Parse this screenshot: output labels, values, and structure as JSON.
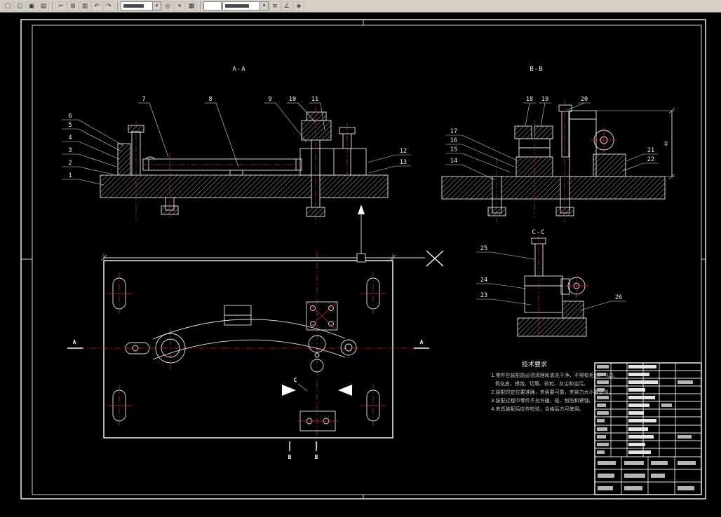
{
  "colors": {
    "canvas_bg": "#000000",
    "line": "#e8e8e8",
    "centerline_red": "#c03030",
    "toolbar_bg": "#d4d0c8"
  },
  "toolbar": {
    "icons": [
      "□",
      "◱",
      "▣",
      "▤",
      "✂",
      "⊞",
      "▥",
      "↶",
      "↷",
      "◎",
      "⌖",
      "▦",
      "≡",
      "∠",
      "◈"
    ],
    "layer_value": "",
    "style_value": "",
    "coord_value": ""
  },
  "side_tools": [
    "╱",
    "○",
    "◠",
    "▱",
    "+",
    "↻",
    "▣"
  ],
  "drawing": {
    "section_labels": {
      "aa": "A-A",
      "bb": "B-B",
      "cc": "C-C"
    },
    "callouts": {
      "aa_top": [
        "7",
        "8",
        "9",
        "10",
        "11"
      ],
      "aa_left": [
        "6",
        "5",
        "4",
        "3",
        "2",
        "1"
      ],
      "aa_right": [
        "12",
        "13"
      ],
      "bb_top": [
        "18",
        "19",
        "20"
      ],
      "bb_left": [
        "17",
        "16",
        "15",
        "14"
      ],
      "bb_right": [
        "21",
        "22"
      ],
      "cc_left": [
        "25",
        "24",
        "23"
      ],
      "cc_right": [
        "26"
      ]
    },
    "view_marks": {
      "a1": "A",
      "a2": "A",
      "b1": "B",
      "b2": "B",
      "c": "C"
    },
    "dimensions": {
      "bb_height": "40"
    },
    "tech_requirements": {
      "title": "技术要求",
      "lines": [
        "1.零件在装配前必须清理和清洗干净，不得有毛刺、飞边、",
        "氧化皮、锈蚀、切屑、砂粒、灰尘和油污。",
        "2.装配时定位要准确，夹紧要可靠，夹紧力大小要适当。",
        "3.装配过程中零件不允许磕、碰、划伤和锈蚀。",
        "4.夹具装配后应作检验，合格后方可使用。"
      ]
    }
  }
}
